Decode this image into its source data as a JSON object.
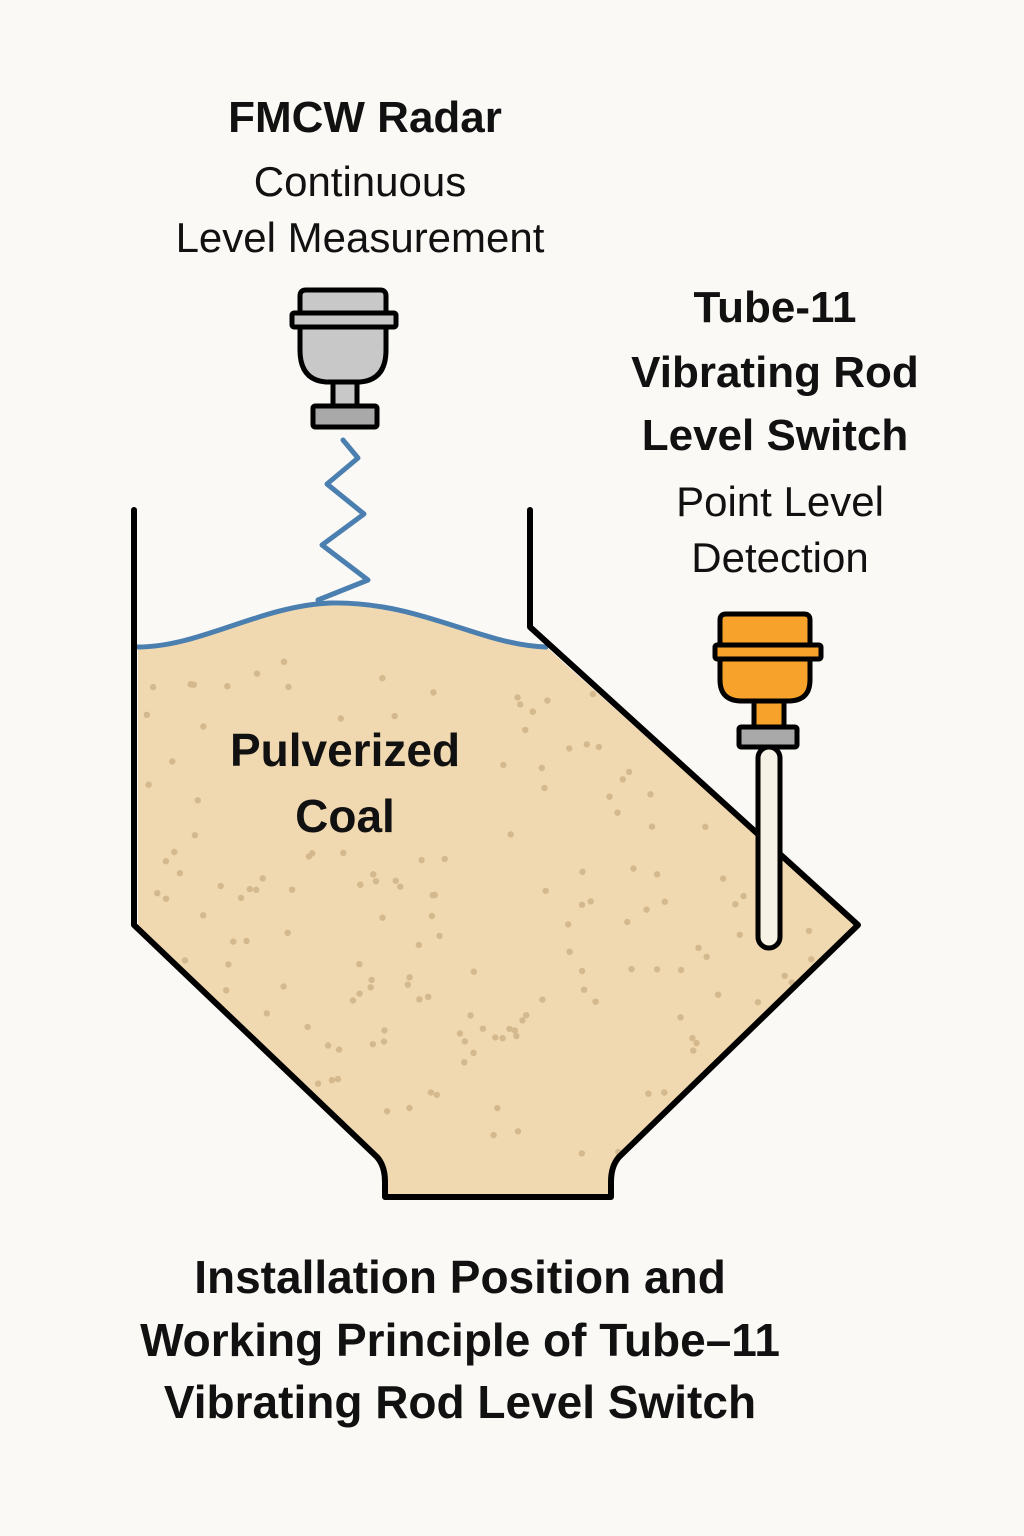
{
  "radar": {
    "title": "FMCW Radar",
    "subtitle_line1": "Continuous",
    "subtitle_line2": "Level Measurement",
    "body_color": "#c8c8c8",
    "flange_color": "#a9a9a9"
  },
  "level_switch": {
    "title_line1": "Tube-11",
    "title_line2": "Vibrating Rod",
    "title_line3": "Level Switch",
    "subtitle_line1": "Point Level",
    "subtitle_line2": "Detection",
    "head_color": "#f6a22b",
    "flange_color": "#a9a9a9",
    "rod_color": "#f7f2e6"
  },
  "silo": {
    "material_line1": "Pulverized",
    "material_line2": "Coal",
    "material_color": "#f0d8b0",
    "particle_color": "#d4b98e",
    "wall_color": "#000000",
    "surface_wave_color": "#4a7fb0"
  },
  "caption": {
    "line1": "Installation Position and",
    "line2": "Working Principle of Tube–11",
    "line3": "Vibrating Rod Level Switch"
  }
}
